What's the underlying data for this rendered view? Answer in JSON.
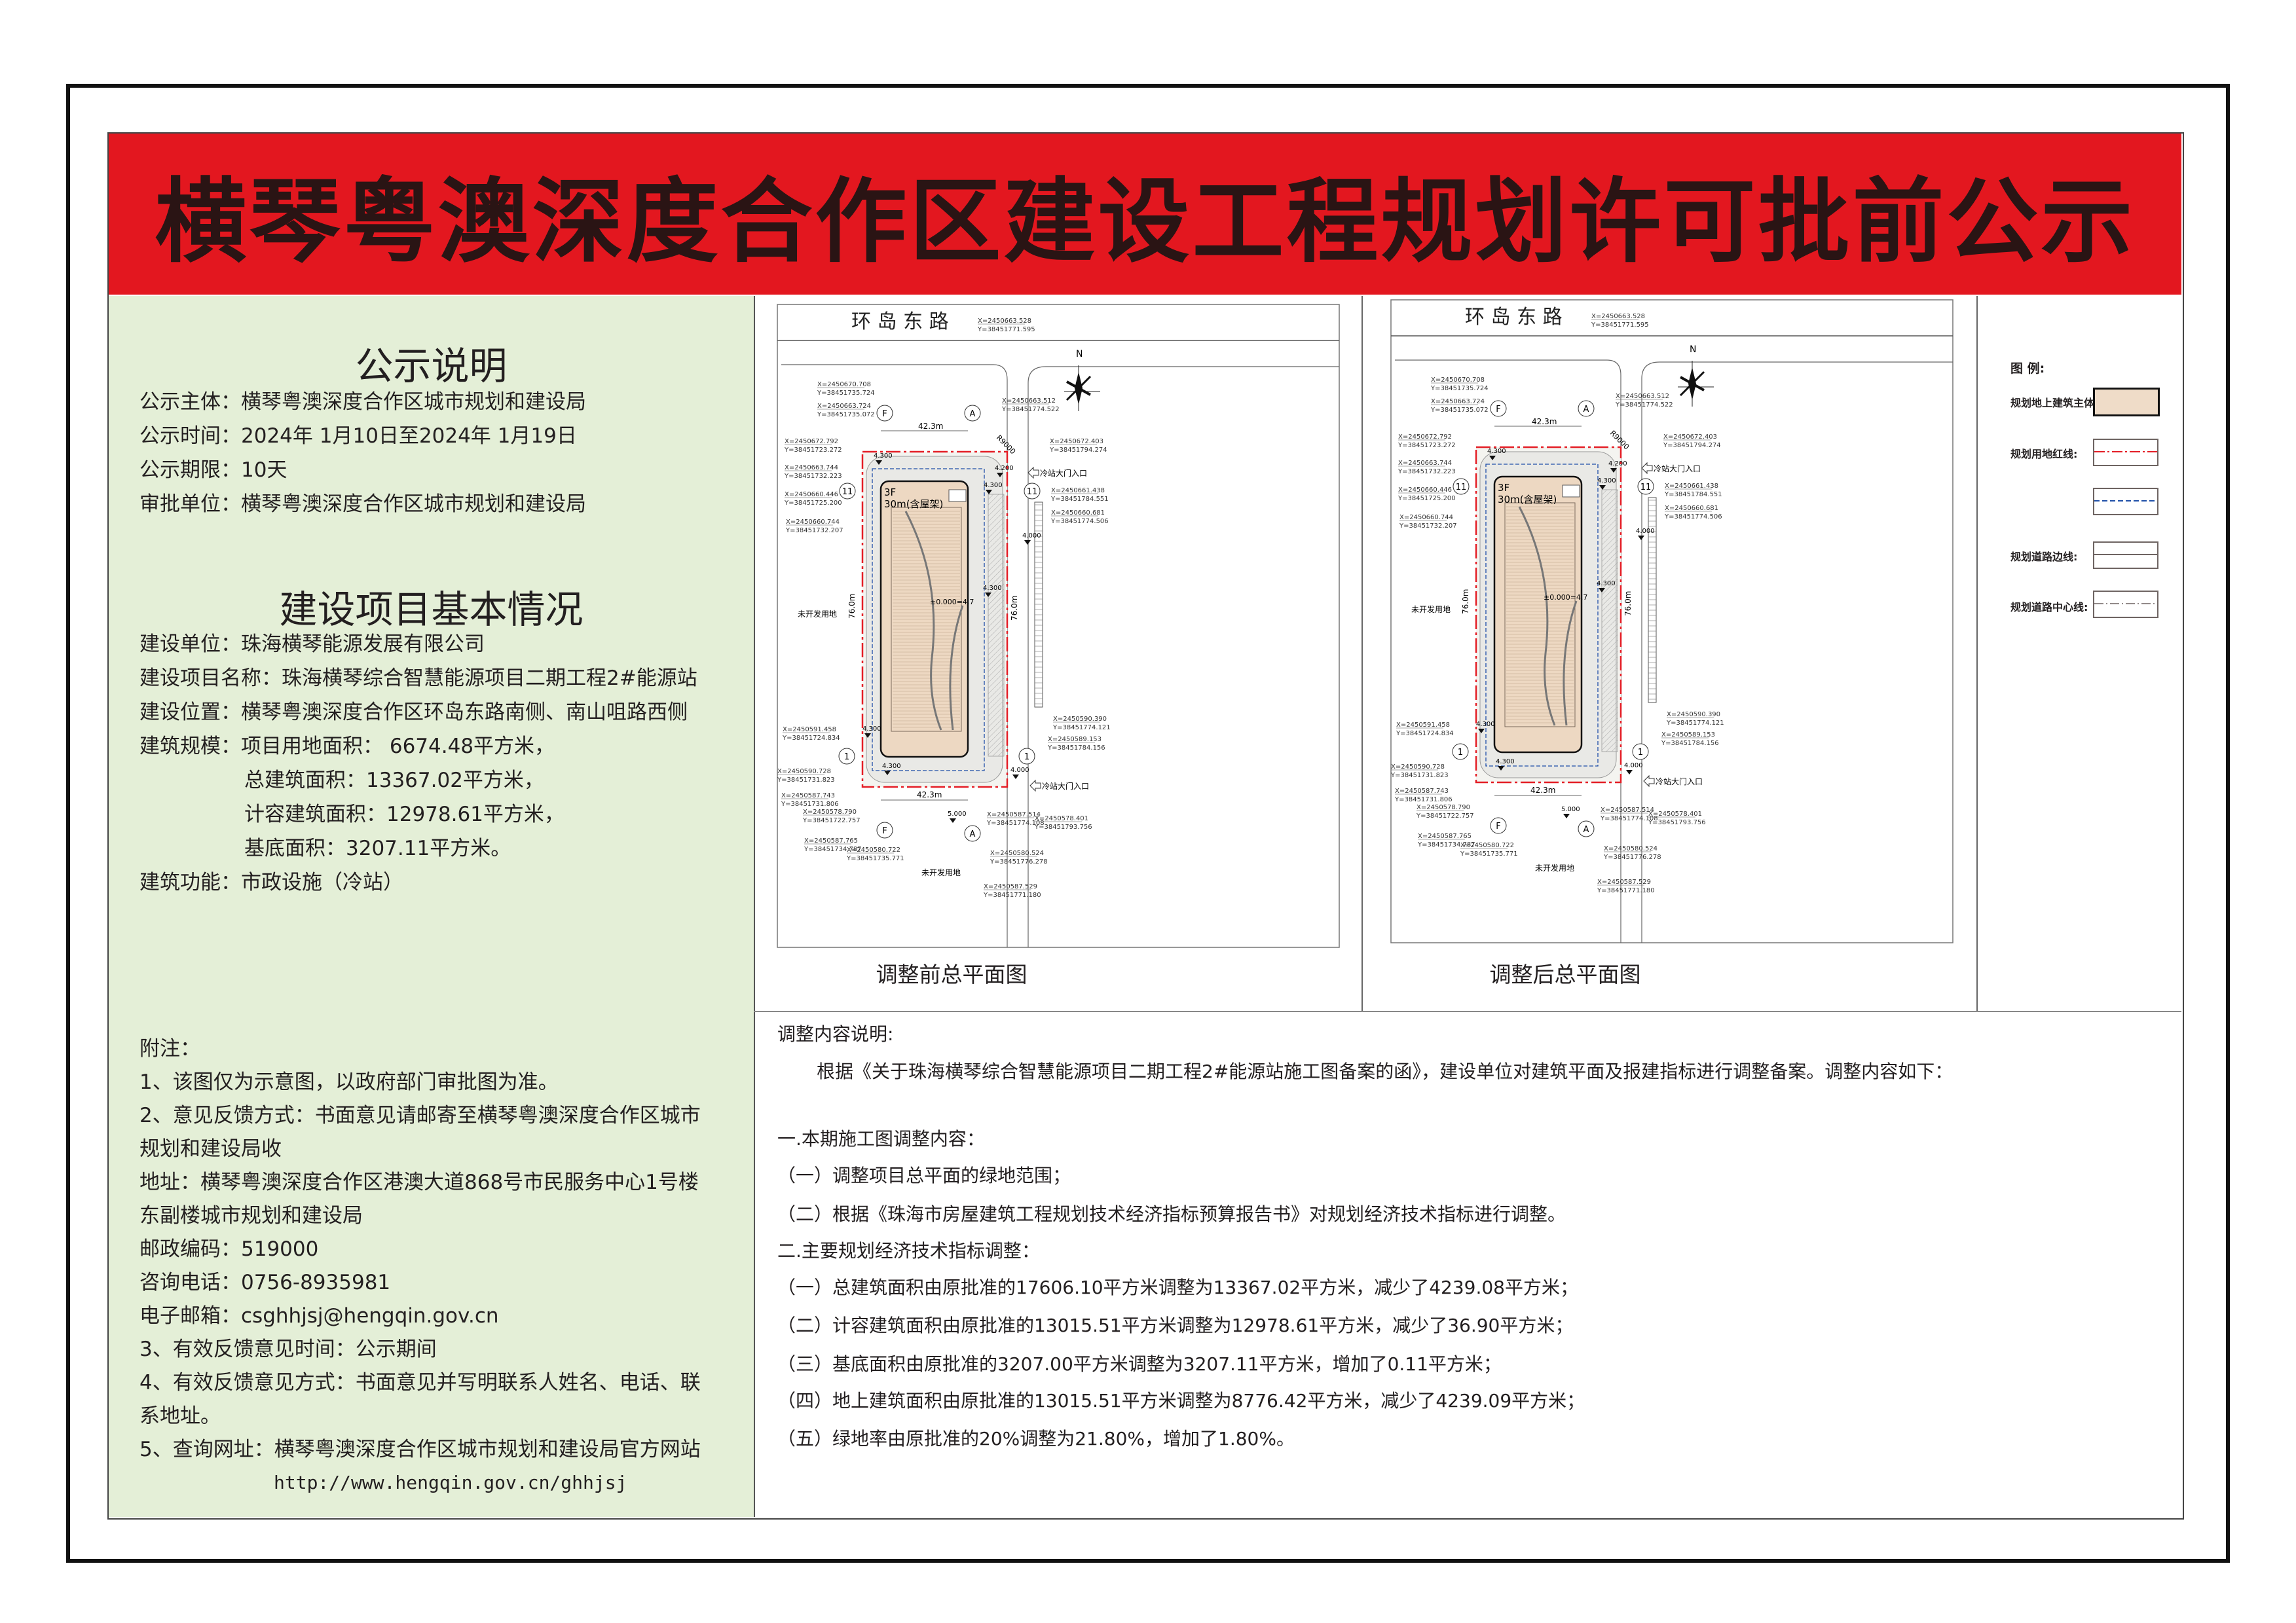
{
  "header": {
    "title": "横琴粤澳深度合作区建设工程规划许可批前公示"
  },
  "notice": {
    "heading": "公示说明",
    "lines": [
      "公示主体：横琴粤澳深度合作区城市规划和建设局",
      "公示时间：2024年 1月10日至2024年 1月19日",
      "公示期限：10天",
      "审批单位：横琴粤澳深度合作区城市规划和建设局"
    ]
  },
  "project": {
    "heading": "建设项目基本情况",
    "lines": [
      "建设单位：珠海横琴能源发展有限公司",
      "建设项目名称：珠海横琴综合智慧能源项目二期工程2#能源站",
      "建设位置：横琴粤澳深度合作区环岛东路南侧、南山咀路西侧",
      "建筑规模：项目用地面积：  6674.48平方米，",
      "总建筑面积：13367.02平方米，",
      "计容建筑面积：12978.61平方米，",
      "基底面积：3207.11平方米。",
      "建筑功能：市政设施（冷站）"
    ]
  },
  "notes": {
    "heading": "附注：",
    "lines": [
      "1、该图仅为示意图，以政府部门审批图为准。",
      "2、意见反馈方式：书面意见请邮寄至横琴粤澳深度合作区城市",
      "规划和建设局收",
      "地址：横琴粤澳深度合作区港澳大道868号市民服务中心1号楼",
      "东副楼城市规划和建设局",
      "邮政编码：519000",
      "咨询电话：0756-8935981",
      "电子邮箱：csghhjsj@hengqin.gov.cn",
      "3、有效反馈意见时间：公示期间",
      "4、有效反馈意见方式：书面意见并写明联系人姓名、电话、联",
      "系地址。",
      "5、查询网址：横琴粤澳深度合作区城市规划和建设局官方网站"
    ],
    "url": "http://www.hengqin.gov.cn/ghhjsj"
  },
  "plans": [
    {
      "title": "调整前总平面图"
    },
    {
      "title": "调整后总平面图"
    }
  ],
  "plan_common": {
    "road_name": "环 岛 东 路",
    "north": "N",
    "undeveloped": "未开发用地",
    "entrance": "冷站大门入口",
    "floors": "3F",
    "height": "30m(含屋架)",
    "datum": "±0.000=4.7",
    "width_dim": "42.3m",
    "length_dim": "76.0m",
    "radius": "R9000",
    "axes": [
      "F",
      "A",
      "11",
      "1"
    ],
    "elevations": [
      "4.300",
      "4.200",
      "4.000",
      "5.000"
    ],
    "coordinates": [
      [
        "X=2450663.528",
        "Y=38451771.595"
      ],
      [
        "X=2450670.708",
        "Y=38451735.724"
      ],
      [
        "X=2450663.724",
        "Y=38451735.072"
      ],
      [
        "X=2450663.512",
        "Y=38451774.522"
      ],
      [
        "X=2450672.792",
        "Y=38451723.272"
      ],
      [
        "X=2450672.403",
        "Y=38451794.274"
      ],
      [
        "X=2450663.744",
        "Y=38451732.223"
      ],
      [
        "X=2450660.446",
        "Y=38451725.200"
      ],
      [
        "X=2450661.438",
        "Y=38451784.551"
      ],
      [
        "X=2450660.681",
        "Y=38451774.506"
      ],
      [
        "X=2450660.744",
        "Y=38451732.207"
      ],
      [
        "X=2450591.458",
        "Y=38451724.834"
      ],
      [
        "X=2450590.390",
        "Y=38451774.121"
      ],
      [
        "X=2450589.153",
        "Y=38451784.156"
      ],
      [
        "X=2450590.728",
        "Y=38451731.823"
      ],
      [
        "X=2450587.743",
        "Y=38451731.806"
      ],
      [
        "X=2450578.790",
        "Y=38451722.757"
      ],
      [
        "X=2450587.514",
        "Y=38451774.108"
      ],
      [
        "X=2450578.401",
        "Y=38451793.756"
      ],
      [
        "X=2450587.765",
        "Y=38451734.787"
      ],
      [
        "X=2450580.722",
        "Y=38451735.771"
      ],
      [
        "X=2450580.524",
        "Y=38451776.278"
      ],
      [
        "X=2450587.529",
        "Y=38451771.180"
      ]
    ]
  },
  "legend": {
    "heading": "图  例:",
    "items": [
      {
        "label": "规划地上建筑主体:",
        "style": "fill",
        "color": "#efdcc8"
      },
      {
        "label": "规划用地红线:",
        "style": "dash-dot",
        "color": "#e41e26"
      },
      {
        "label": "",
        "style": "dashed",
        "color": "#1f4fa8"
      },
      {
        "label": "规划道路边线:",
        "style": "solid",
        "color": "#6e6462"
      },
      {
        "label": "规划道路中心线:",
        "style": "center",
        "color": "#6e6462"
      }
    ]
  },
  "adjustment": {
    "heading": "调整内容说明:",
    "intro": "根据《关于珠海横琴综合智慧能源项目二期工程2#能源站施工图备案的函》，建设单位对建筑平面及报建指标进行调整备案。调整内容如下：",
    "section1": "一.本期施工图调整内容：",
    "section1_items": [
      "（一）调整项目总平面的绿地范围；",
      "（二）根据《珠海市房屋建筑工程规划技术经济指标预算报告书》对规划经济技术指标进行调整。"
    ],
    "section2": "二.主要规划经济技术指标调整：",
    "section2_items": [
      "（一）总建筑面积由原批准的17606.10平方米调整为13367.02平方米，减少了4239.08平方米；",
      "（二）计容建筑面积由原批准的13015.51平方米调整为12978.61平方米，减少了36.90平方米；",
      "（三）基底面积由原批准的3207.00平方米调整为3207.11平方米，增加了0.11平方米；",
      "（四）地上建筑面积由原批准的13015.51平方米调整为8776.42平方米，减少了4239.09平方米；",
      "（五）绿地率由原批准的20%调整为21.80%，增加了1.80%。"
    ]
  }
}
